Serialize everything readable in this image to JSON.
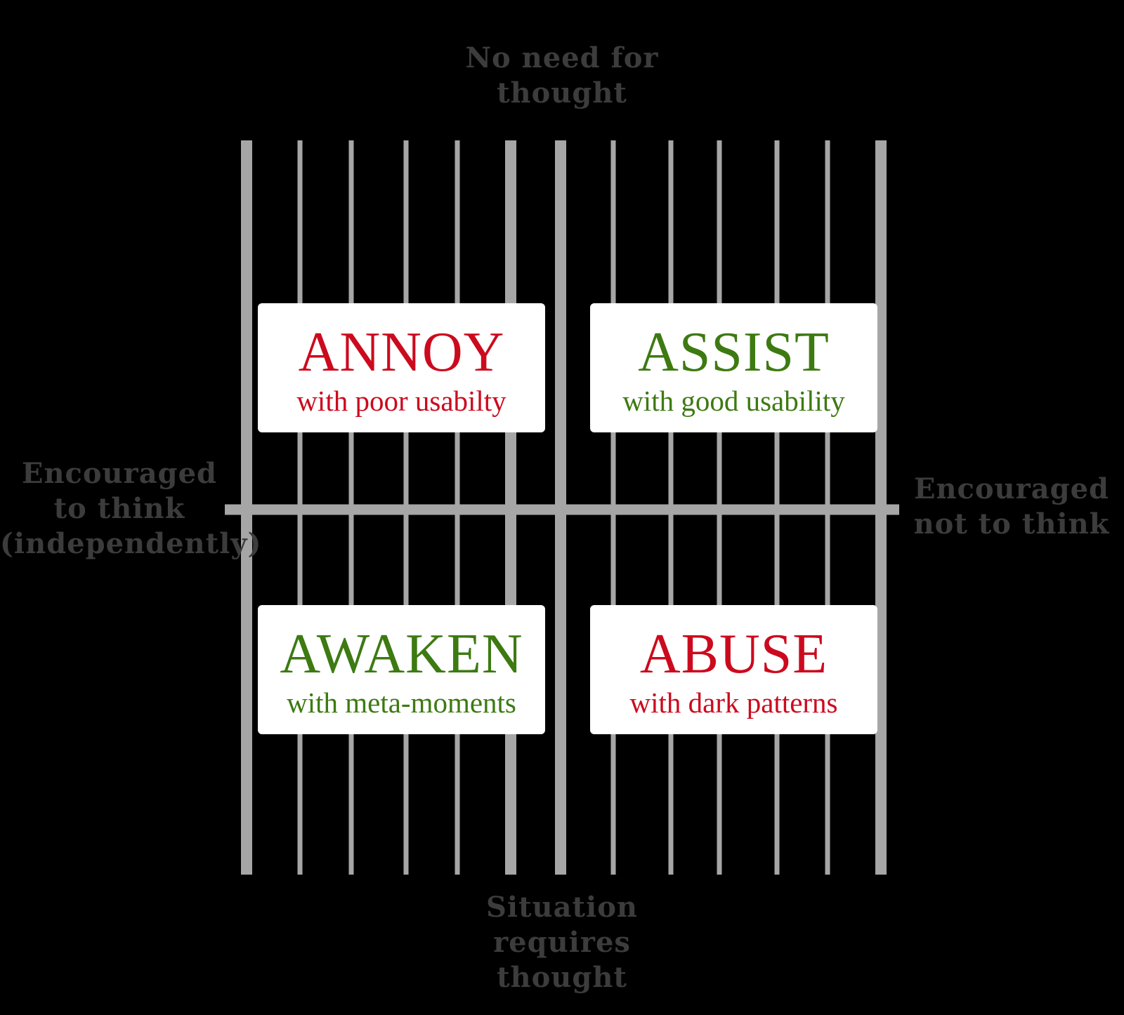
{
  "colors": {
    "background": "#000000",
    "grid_line": "#a6a6a6",
    "axis_text": "#3c3c3c",
    "negative": "#cc0a1e",
    "positive": "#3d7a12",
    "box_fill": "#ffffff"
  },
  "axes": {
    "top": "No need for thought",
    "bottom": "Situation requires thought",
    "left": "Encouraged to think (independently)",
    "right": "Encouraged not to think"
  },
  "quadrants": {
    "top_left": {
      "title": "ANNOY",
      "subtitle": "with poor usabilty",
      "tone": "negative"
    },
    "top_right": {
      "title": "ASSIST",
      "subtitle": "with good usability",
      "tone": "positive"
    },
    "bottom_left": {
      "title": "AWAKEN",
      "subtitle": "with meta-moments",
      "tone": "positive"
    },
    "bottom_right": {
      "title": "ABUSE",
      "subtitle": "with dark patterns",
      "tone": "negative"
    }
  }
}
